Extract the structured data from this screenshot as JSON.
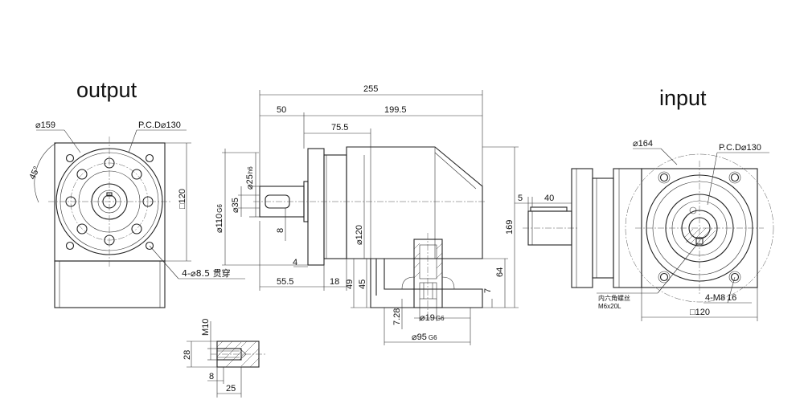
{
  "labels": {
    "output": "output",
    "input": "input"
  },
  "output_view": {
    "dia_159": "⌀159",
    "pcd_130": "P.C.D⌀130",
    "angle_45": "45°",
    "square_120": "□120",
    "holes": "4-⌀8.5 贯穿"
  },
  "side_view": {
    "len_255": "255",
    "len_50": "50",
    "len_199_5": "199.5",
    "len_75_5": "75.5",
    "dia_25": "⌀25",
    "dia_25_tol": "h6",
    "dia_110": "⌀110",
    "dia_110_tol": "G6",
    "dia_35": "⌀35",
    "key_8": "8",
    "dia_120": "⌀120",
    "h_169": "169",
    "len_4": "4",
    "len_55_5": "55.5",
    "len_18": "18",
    "h_49": "49",
    "h_45": "45",
    "h_7_28": "7.28",
    "dia_19": "⌀19",
    "dia_19_tol": "G6",
    "dia_95": "⌀95",
    "dia_95_tol": "G6",
    "h_7": "7",
    "h_64": "64"
  },
  "detail_view": {
    "thread": "M10",
    "h_28": "28",
    "len_8": "8",
    "len_25": "25"
  },
  "input_view": {
    "len_5": "5",
    "len_40": "40",
    "dia_164": "⌀164",
    "pcd_130": "P.C.D⌀130",
    "screw_cn": "内六角螺丝",
    "screw_spec": "M6x20L",
    "holes": "4-M8",
    "hole_depth": "16",
    "square_120": "□120"
  }
}
